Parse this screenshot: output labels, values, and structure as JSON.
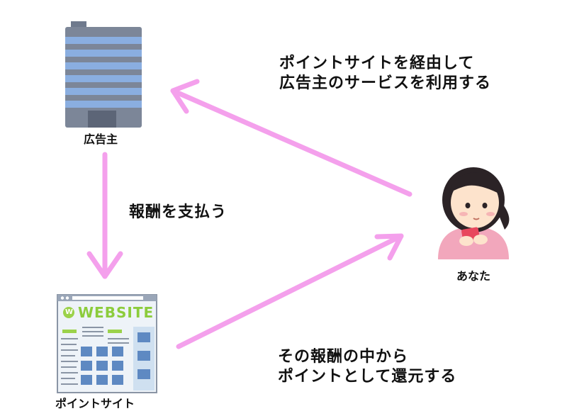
{
  "nodes": {
    "advertiser": {
      "label": "広告主",
      "icon": "office-building-icon"
    },
    "point_site": {
      "label": "ポイントサイト",
      "icon": "website-icon",
      "logo_text": "WEBSITE"
    },
    "you": {
      "label": "あなた",
      "icon": "girl-with-smartphone-icon"
    }
  },
  "edges": {
    "you_to_advertiser": {
      "line1": "ポイントサイトを経由して",
      "line2": "広告主のサービスを利用する"
    },
    "advertiser_to_site": {
      "label": "報酬を支払う"
    },
    "site_to_you": {
      "line1": "その報酬の中から",
      "line2": "ポイントとして還元する"
    }
  },
  "colors": {
    "arrow": "#f4a0ec",
    "building_blue": "#8aaee0",
    "building_gray": "#7c8698",
    "skin": "#fde3cc",
    "hair": "#2b2326",
    "shirt": "#f2a7bc",
    "phone": "#e8475d"
  }
}
